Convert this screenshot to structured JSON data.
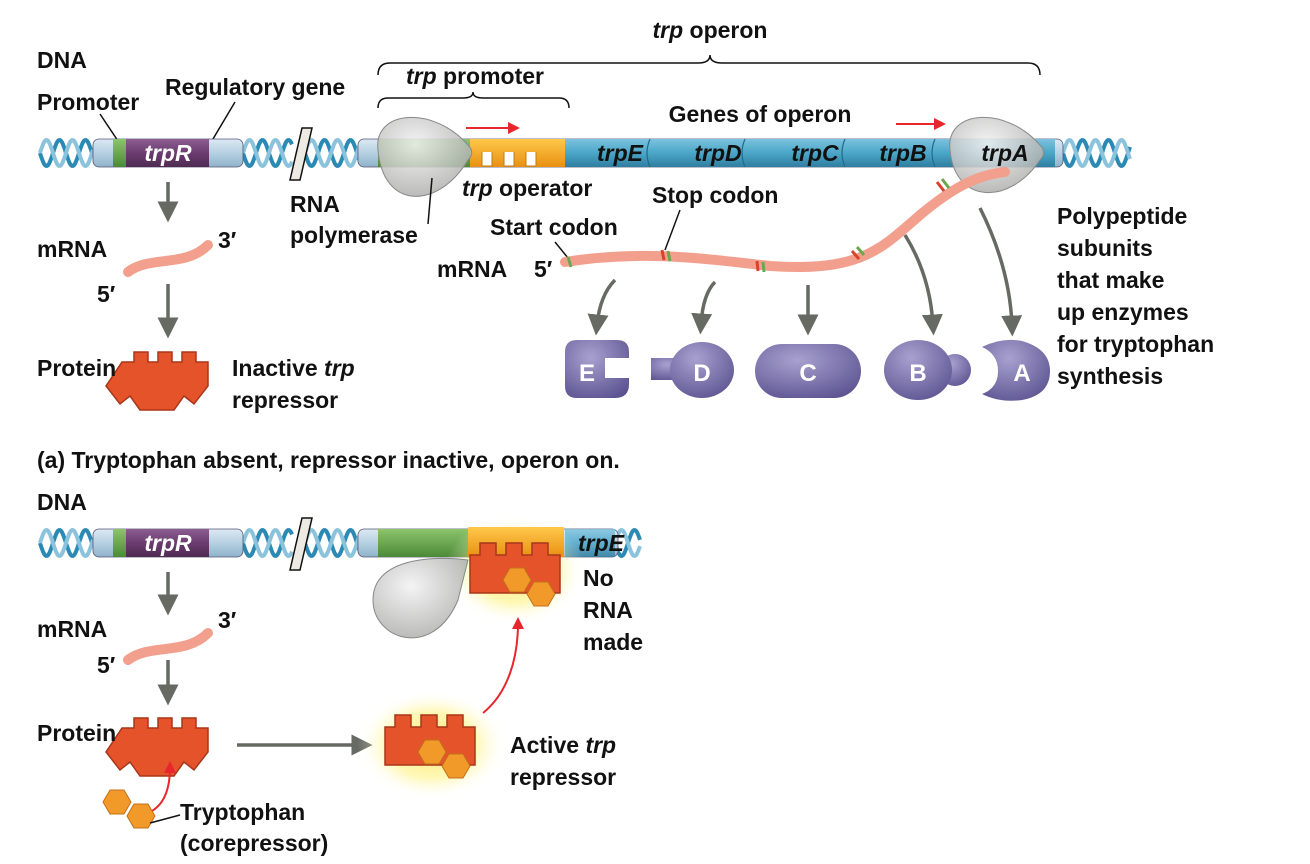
{
  "top": {
    "operon_label": {
      "italic": "trp",
      "rest": " operon"
    },
    "dna": "DNA",
    "promoter": "Promoter",
    "regulatory_gene": "Regulatory gene",
    "trp_promoter": {
      "italic": "trp",
      "rest": " promoter"
    },
    "genes_of_operon": "Genes of operon",
    "trpR": "trpR",
    "genes": [
      "trpE",
      "trpD",
      "trpC",
      "trpB",
      "trpA"
    ],
    "rna_polymerase": [
      "RNA",
      "polymerase"
    ],
    "trp_operator": {
      "italic": "trp",
      "rest": " operator"
    },
    "stop_codon": "Stop codon",
    "start_codon": "Start codon",
    "mrna_right": "mRNA",
    "five_prime_right": "5′",
    "mrna_left": "mRNA",
    "three_prime": "3′",
    "five_prime": "5′",
    "protein": "Protein",
    "inactive_repressor": {
      "line1_plain": "Inactive ",
      "line1_italic": "trp",
      "line2": "repressor"
    },
    "polypeptides": [
      "E",
      "D",
      "C",
      "B",
      "A"
    ],
    "polypeptide_note": [
      "Polypeptide",
      "subunits",
      "that make",
      "up enzymes",
      "for tryptophan",
      "synthesis"
    ]
  },
  "caption_a": "(a) Tryptophan absent, repressor inactive, operon on.",
  "bottom": {
    "dna": "DNA",
    "trpR": "trpR",
    "trpE": "trpE",
    "no_rna_made": [
      "No",
      "RNA",
      "made"
    ],
    "mrna": "mRNA",
    "three_prime": "3′",
    "five_prime": "5′",
    "protein": "Protein",
    "active_repressor": {
      "line1_plain": "Active ",
      "line1_italic": "trp",
      "line2": "repressor"
    },
    "tryptophan": "Tryptophan",
    "corepressor": "(corepressor)"
  },
  "colors": {
    "dna_light": "#b9d4e6",
    "promoter_green": "#6aa84f",
    "trpR_purple": "#6e3f73",
    "operator_orange": "#f5a623",
    "genes_blue": "#4aa6c8",
    "repressor": "#e4532a",
    "tryptophan": "#f19a2a",
    "polypeptide": "#6b62a0",
    "mrna": "#f2a08d",
    "arrow_red": "#e8262d",
    "arrow_gray": "#666a63"
  }
}
